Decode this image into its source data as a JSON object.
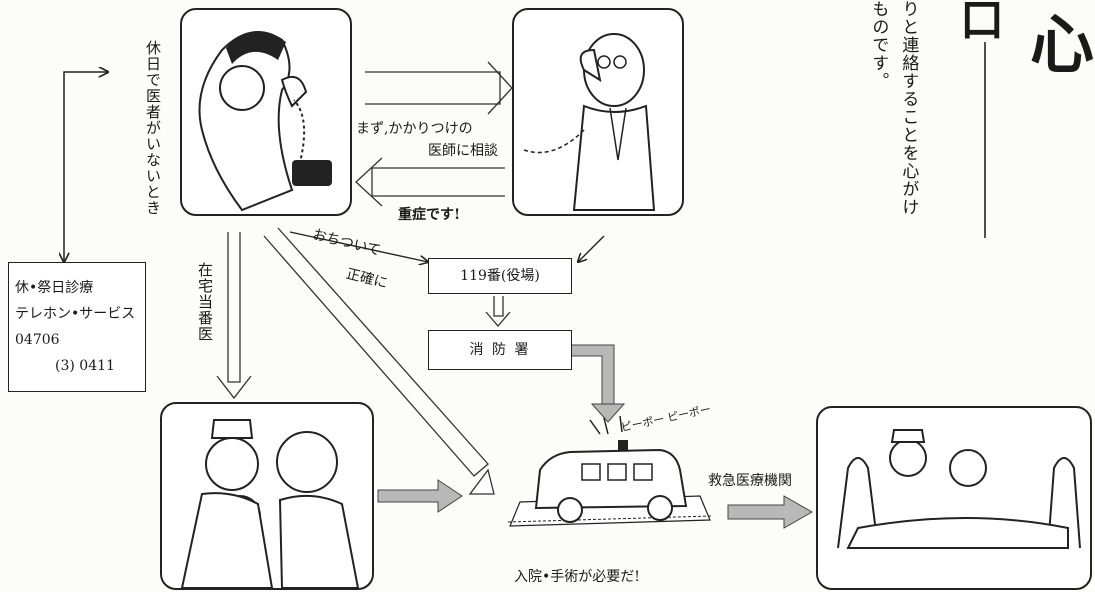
{
  "side_labels": {
    "holiday": "休日で医者がいないとき",
    "home_doctor": "在宅当番医"
  },
  "consult": {
    "line1": "まず,かかりつけの",
    "line2": "医師に相談"
  },
  "severe": "重症です!",
  "calm": {
    "line1": "おちついて",
    "line2": "正確に"
  },
  "boxes": {
    "call119": "119番(役場)",
    "fire_station": "消 防 署"
  },
  "service": {
    "line1": "休•祭日診療",
    "line2": "テレホン•サービス",
    "line3": "04706",
    "line4": "(3)  0411"
  },
  "hospitalization": "入院•手術が必要だ!",
  "emergency": "救急医療機関",
  "siren": "ピーポー ピーポー",
  "right_text": {
    "col1": "りと連絡することを心がけ",
    "col2": "ものです。"
  },
  "heading_char": "心",
  "partial_char": "口"
}
